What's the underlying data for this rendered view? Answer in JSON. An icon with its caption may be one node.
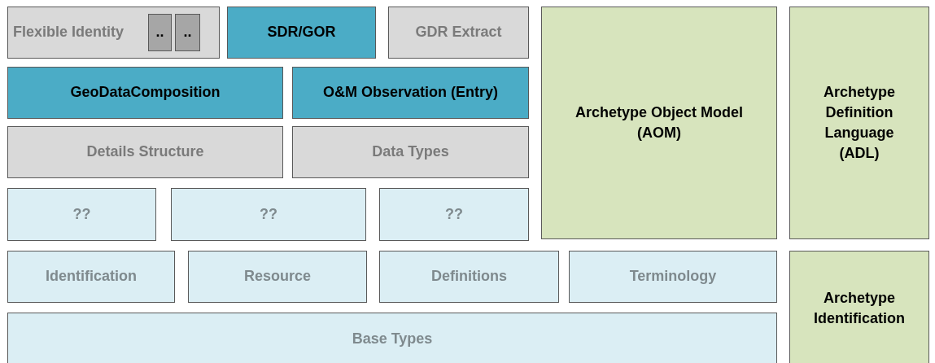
{
  "diagram": {
    "nodes": [
      {
        "text": [
          "Flexible Identity"
        ]
      },
      {
        "text": [
          ".."
        ],
        "in": 0
      },
      {
        "text": [
          ".."
        ],
        "in": 0
      },
      {
        "text": [
          "SDR/GOR"
        ]
      },
      {
        "text": [
          "GDR Extract"
        ]
      },
      {
        "text": [
          "Archetype Object Model (AOM)"
        ]
      },
      {
        "text": [
          "Archetype Definition Language (ADL)"
        ]
      },
      {
        "text": [
          "GeoDataComposition"
        ]
      },
      {
        "text": [
          "O&M Observation (Entry)"
        ]
      },
      {
        "text": [
          "Details Structure"
        ]
      },
      {
        "text": [
          "Data Types"
        ]
      },
      {
        "text": [
          "??"
        ]
      },
      {
        "text": [
          "??"
        ]
      },
      {
        "text": [
          "??"
        ]
      },
      {
        "text": [
          "Identification"
        ]
      },
      {
        "text": [
          "Resource"
        ]
      },
      {
        "text": [
          "Definitions"
        ]
      },
      {
        "text": [
          "Terminology"
        ]
      },
      {
        "text": [
          "Archetype Identification"
        ]
      },
      {
        "text": [
          "Base Types"
        ]
      }
    ]
  }
}
